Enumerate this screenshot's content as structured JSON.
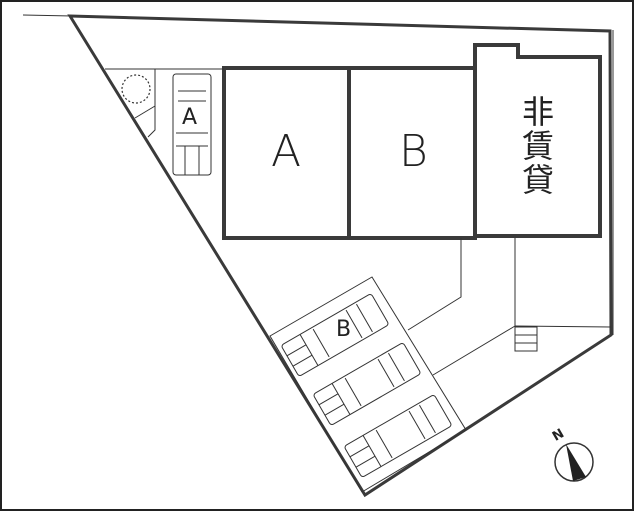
{
  "site_plan": {
    "colors": {
      "line": "#333333",
      "thick_line": "#3a3a3a",
      "background": "#ffffff",
      "compass_fill": "#222222"
    },
    "buildings": [
      {
        "id": "A",
        "label": "A"
      },
      {
        "id": "B",
        "label": "B"
      },
      {
        "id": "non-rental",
        "label": "非賃貸"
      }
    ],
    "parking": [
      {
        "id": "parking-A",
        "label": "A",
        "spaces": 1
      },
      {
        "id": "parking-B",
        "label": "B",
        "spaces": 3
      }
    ],
    "features": {
      "tree": "tree-icon",
      "stairs": "stairs-icon"
    },
    "compass": {
      "label": "N",
      "icon": "north-arrow-icon"
    }
  }
}
